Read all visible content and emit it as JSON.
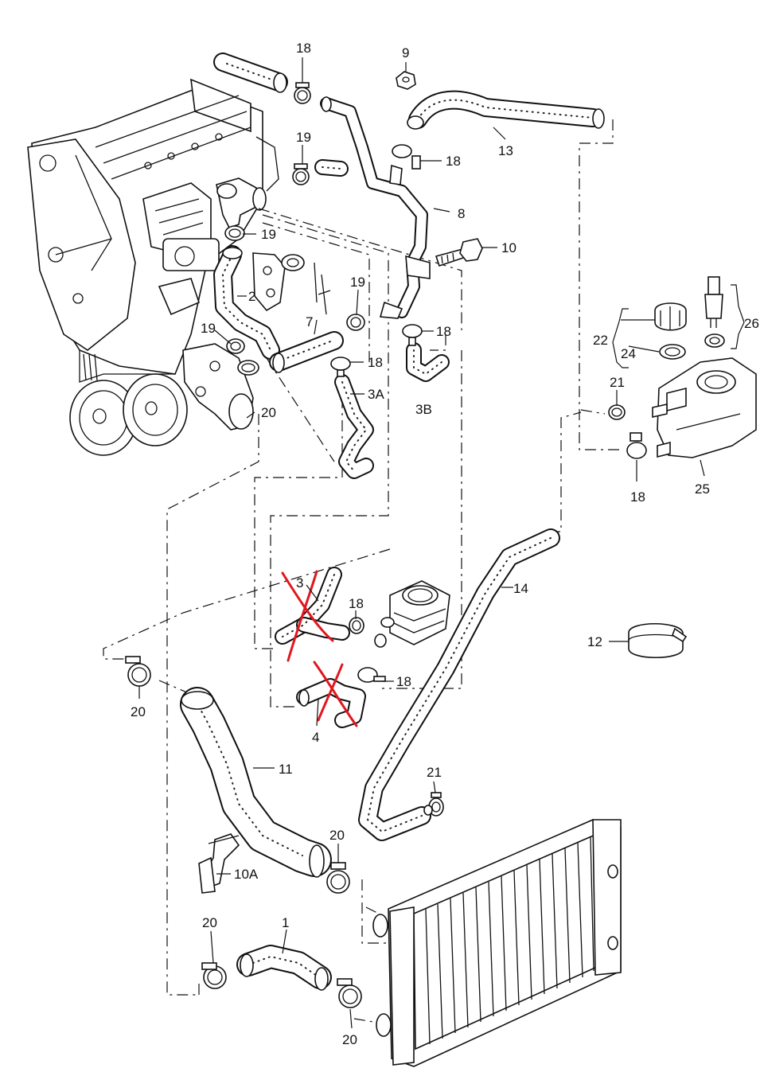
{
  "diagram": {
    "labels": [
      {
        "id": "18a",
        "text": "18"
      },
      {
        "id": "9",
        "text": "9"
      },
      {
        "id": "19a",
        "text": "19"
      },
      {
        "id": "18b",
        "text": "18"
      },
      {
        "id": "13",
        "text": "13"
      },
      {
        "id": "8",
        "text": "8"
      },
      {
        "id": "19b",
        "text": "19"
      },
      {
        "id": "10",
        "text": "10"
      },
      {
        "id": "2",
        "text": "2"
      },
      {
        "id": "19c",
        "text": "19"
      },
      {
        "id": "7",
        "text": "7"
      },
      {
        "id": "19d",
        "text": "19"
      },
      {
        "id": "18c",
        "text": "18"
      },
      {
        "id": "18d",
        "text": "18"
      },
      {
        "id": "3A",
        "text": "3A"
      },
      {
        "id": "3B",
        "text": "3B"
      },
      {
        "id": "20a",
        "text": "20"
      },
      {
        "id": "22",
        "text": "22"
      },
      {
        "id": "24",
        "text": "24"
      },
      {
        "id": "26",
        "text": "26"
      },
      {
        "id": "21a",
        "text": "21"
      },
      {
        "id": "18e",
        "text": "18"
      },
      {
        "id": "25",
        "text": "25"
      },
      {
        "id": "3",
        "text": "3"
      },
      {
        "id": "18f",
        "text": "18"
      },
      {
        "id": "14",
        "text": "14"
      },
      {
        "id": "12",
        "text": "12"
      },
      {
        "id": "18g",
        "text": "18"
      },
      {
        "id": "4",
        "text": "4"
      },
      {
        "id": "20b",
        "text": "20"
      },
      {
        "id": "11",
        "text": "11"
      },
      {
        "id": "21b",
        "text": "21"
      },
      {
        "id": "20c",
        "text": "20"
      },
      {
        "id": "10A",
        "text": "10A"
      },
      {
        "id": "20d",
        "text": "20"
      },
      {
        "id": "1",
        "text": "1"
      },
      {
        "id": "20e",
        "text": "20"
      }
    ],
    "annotation_color": "#e0171f"
  }
}
